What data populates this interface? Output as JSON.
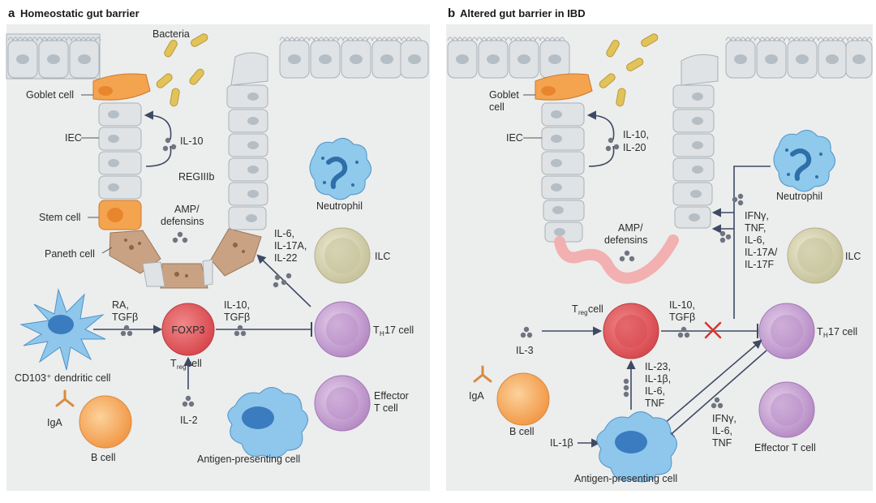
{
  "panel_a": {
    "letter": "a",
    "title": "Homeostatic gut barrier",
    "labels": {
      "bacteria": "Bacteria",
      "goblet": "Goblet cell",
      "iec": "IEC",
      "il10": "IL-10",
      "regiiib": "REGIIIb",
      "neutrophil": "Neutrophil",
      "amp1": "AMP/",
      "amp2": "defensins",
      "stem": "Stem cell",
      "paneth": "Paneth cell",
      "th17cyt1": "IL-6,",
      "th17cyt2": "IL-17A,",
      "th17cyt3": "IL-22",
      "ilc": "ILC",
      "ra1": "RA,",
      "ra2": "TGFβ",
      "foxp3": "FOXP3",
      "il10tgf1": "IL-10,",
      "il10tgf2": "TGFβ",
      "th17_main": "T",
      "th17_sub": "H",
      "th17_rest": "17 cell",
      "dc": "CD103⁺ dendritic cell",
      "treg_main": "T",
      "treg_sub": "reg",
      "treg_rest": " cell",
      "il2": "IL-2",
      "iga": "IgA",
      "bcell": "B cell",
      "apc": "Antigen-presenting cell",
      "eff1": "Effector",
      "eff2": "T cell"
    }
  },
  "panel_b": {
    "letter": "b",
    "title": "Altered gut barrier in IBD",
    "labels": {
      "goblet1": "Goblet",
      "goblet2": "cell",
      "iec": "IEC",
      "il10a": "IL-10,",
      "il10b": "IL-20",
      "neutrophil": "Neutrophil",
      "cyt1": "IFNγ,",
      "cyt2": "TNF,",
      "cyt3": "IL-6,",
      "cyt4": "IL-17A/",
      "cyt5": "IL-17F",
      "amp1": "AMP/",
      "amp2": "defensins",
      "ilc": "ILC",
      "treg_main": "T",
      "treg_sub": "reg",
      "treg_rest": " cell",
      "il10tgf1": "IL-10,",
      "il10tgf2": "TGFβ",
      "th17_main": "T",
      "th17_sub": "H",
      "th17_rest": "17 cell",
      "il3": "IL-3",
      "apccyt1": "IL-23,",
      "apccyt2": "IL-1β,",
      "apccyt3": "IL-6,",
      "apccyt4": "TNF",
      "iga": "IgA",
      "bcell": "B cell",
      "il1b": "IL-1β",
      "th17cyt1": "IFNγ,",
      "th17cyt2": "IL-6,",
      "th17cyt3": "TNF",
      "apc": "Antigen-presenting cell",
      "eff": "Effector T cell"
    }
  },
  "colors": {
    "background": "#eceded",
    "epithelium": "#dfe3e6",
    "arrow": "#3e4a63",
    "treg": "#e4595c",
    "th17": "#c9a5d4",
    "bcell": "#f7ad62",
    "ilc": "#d9d6b4",
    "dc": "#6aaedf",
    "damage": "#f2b0b0"
  }
}
